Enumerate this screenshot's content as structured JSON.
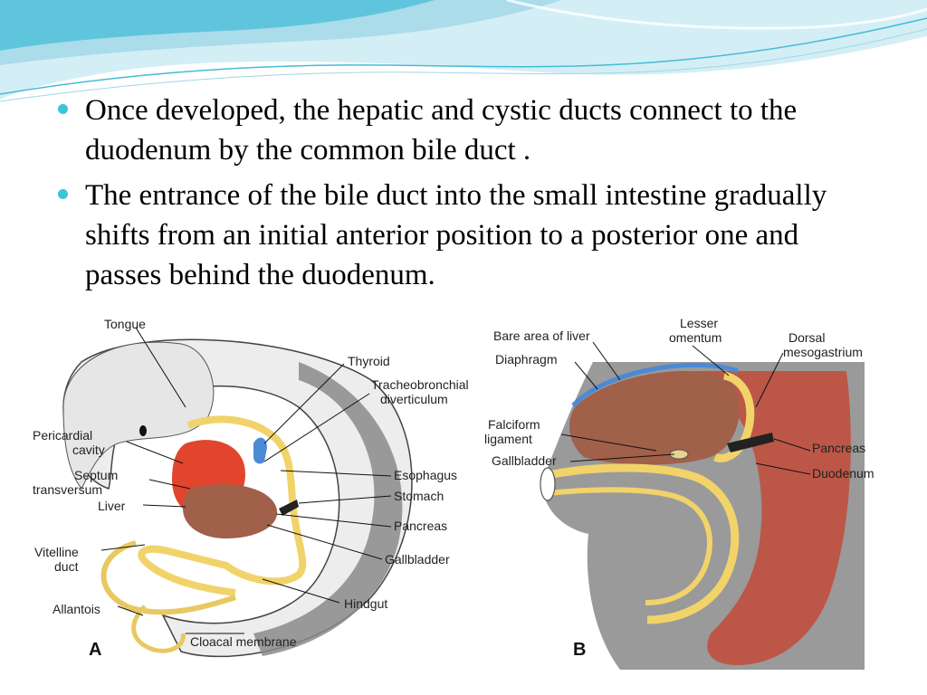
{
  "slide": {
    "accent_color": "#3cc4da",
    "bullets": [
      {
        "text": "Once developed, the hepatic and cystic ducts connect to the duodenum by the common bile duct ."
      },
      {
        "text": " The entrance of the bile duct into the small intestine gradually shifts from an initial anterior position to a posterior one and passes behind the duodenum."
      }
    ]
  },
  "figure_a": {
    "panel_letter": "A",
    "labels": {
      "tongue": "Tongue",
      "thyroid": "Thyroid",
      "tracheo1": "Tracheobronchial",
      "tracheo2": "diverticulum",
      "pericardial1": "Pericardial",
      "pericardial2": "cavity",
      "septum1": "Septum",
      "septum2": "transversum",
      "liver": "Liver",
      "esophagus": "Esophagus",
      "stomach": "Stomach",
      "pancreas": "Pancreas",
      "vitelline1": "Vitelline",
      "vitelline2": "duct",
      "gallbladder": "Gallbladder",
      "allantois": "Allantois",
      "hindgut": "Hindgut",
      "cloacal": "Cloacal membrane"
    }
  },
  "figure_b": {
    "panel_letter": "B",
    "labels": {
      "bare_area": "Bare area of liver",
      "lesser1": "Lesser",
      "lesser2": "omentum",
      "dorsal1": "Dorsal",
      "dorsal2": "mesogastrium",
      "diaphragm": "Diaphragm",
      "falciform1": "Falciform",
      "falciform2": "ligament",
      "gallbladder": "Gallbladder",
      "pancreas": "Pancreas",
      "duodenum": "Duodenum"
    }
  }
}
